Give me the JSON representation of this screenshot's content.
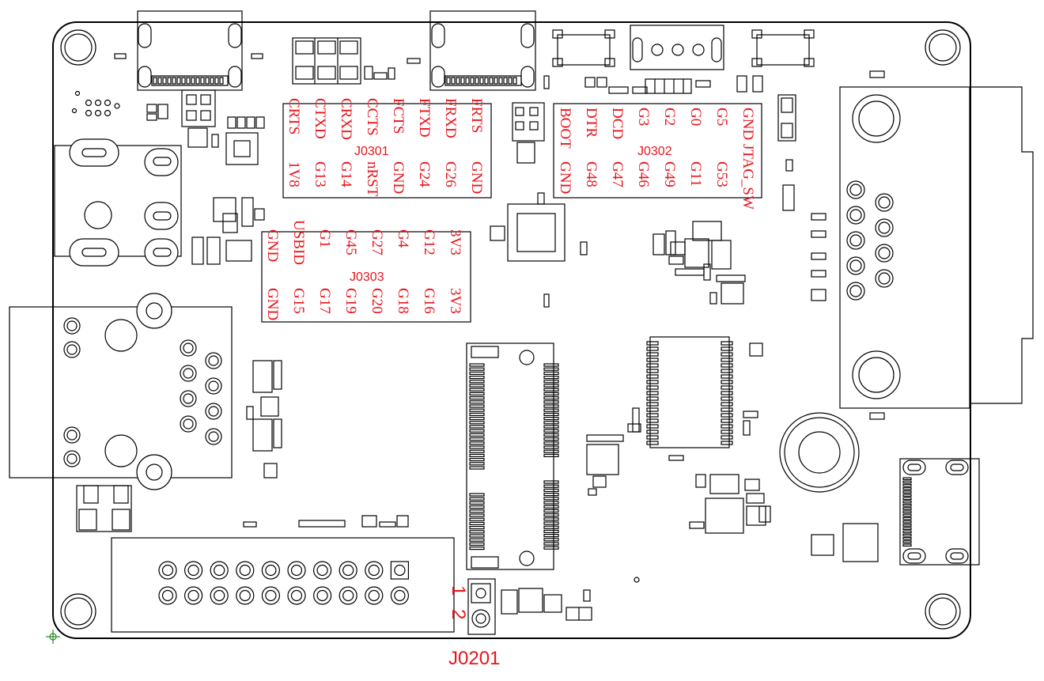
{
  "headers": {
    "j0301": {
      "designator": "J0301",
      "top": [
        "CRTS",
        "CTXD",
        "CRXD",
        "CCTS",
        "FCTS",
        "FTXD",
        "FRXD",
        "FRTS"
      ],
      "bottom": [
        "1V8",
        "G13",
        "G14",
        "nRST",
        "GND",
        "G24",
        "G26",
        "GND"
      ]
    },
    "j0302": {
      "designator": "J0302",
      "top": [
        "BOOT",
        "DTR",
        "DCD",
        "G3",
        "G2",
        "G0",
        "G5",
        "GND"
      ],
      "bottom": [
        "GND",
        "G48",
        "G47",
        "G46",
        "G49",
        "G11",
        "G53",
        "JTAG_SW"
      ]
    },
    "j0303": {
      "designator": "J0303",
      "top": [
        "GND",
        "USBID",
        "G1",
        "G45",
        "G27",
        "G4",
        "G12",
        "3V3"
      ],
      "bottom": [
        "GND",
        "G15",
        "G17",
        "G19",
        "G20",
        "G18",
        "G16",
        "3V3"
      ]
    },
    "j0201": {
      "designator": "J0201",
      "pin1": "1",
      "pin2": "2"
    }
  }
}
